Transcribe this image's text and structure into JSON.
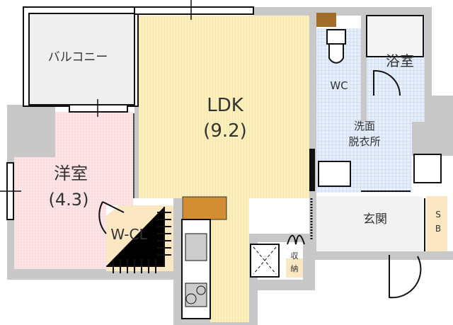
{
  "rooms": {
    "balcony": "バルコニー",
    "ldk": "LDK",
    "ldk_size": "(9.2)",
    "western": "洋室",
    "western_size": "(4.3)",
    "wcl": "W-CL",
    "wc": "WC",
    "bath": "浴室",
    "washroom_1": "洗面",
    "washroom_2": "脱衣所",
    "entrance": "玄関",
    "sb_1": "S",
    "sb_2": "B",
    "storage_1": "収",
    "storage_2": "納"
  },
  "colors": {
    "ldk": "#fbf0bd",
    "western": "#fbe3e6",
    "wet": "#dce8f8",
    "closet": "#fbe8c3",
    "wall": "#c8c8c8",
    "cabinet": "#d38e33"
  }
}
